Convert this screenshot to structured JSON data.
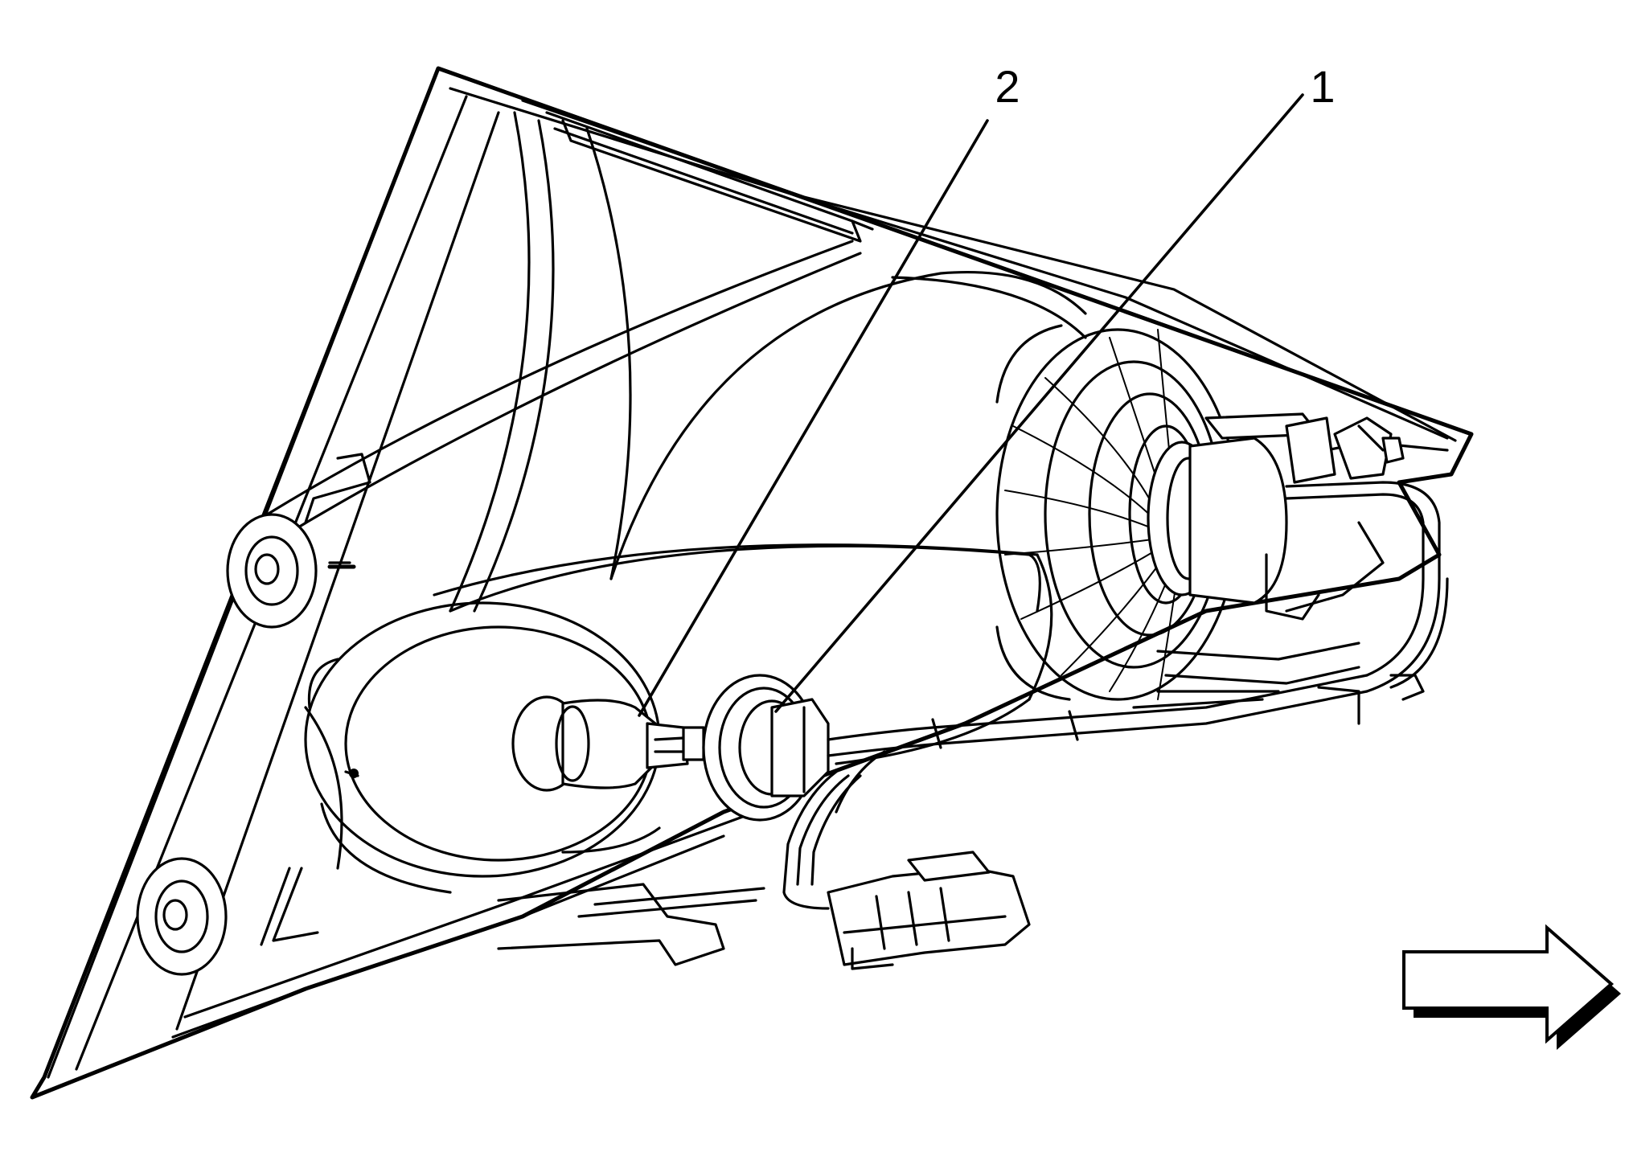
{
  "callouts": [
    {
      "id": "1",
      "label": "1"
    },
    {
      "id": "2",
      "label": "2"
    }
  ],
  "direction_arrow": {
    "icon": "direction-arrow-right-icon"
  },
  "colors": {
    "line": "#000000",
    "background": "#ffffff"
  }
}
